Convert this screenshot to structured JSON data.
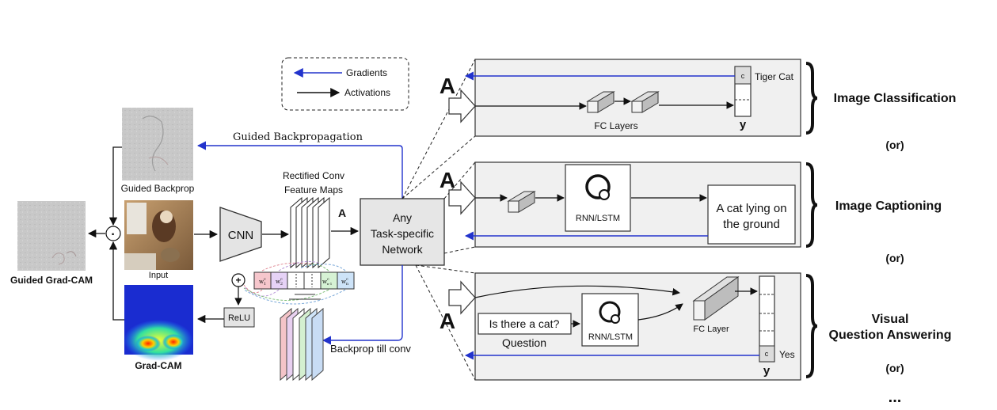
{
  "legend": {
    "gradients_label": "Gradients",
    "activations_label": "Activations"
  },
  "colors": {
    "gradient_arrow": "#2233cc",
    "activation_arrow": "#111111",
    "panel_fill": "#f0f0f0",
    "heatmap": "jet"
  },
  "left": {
    "guided_backprop_label": "Guided Backprop",
    "input_label": "Input",
    "guided_gradcam_label": "Guided Grad-CAM",
    "gradcam_label": "Grad-CAM",
    "relu_label": "ReLU",
    "plus_symbol": "+",
    "dot_symbol": "·"
  },
  "center": {
    "cnn_label": "CNN",
    "feature_maps_label_1": "Rectified Conv",
    "feature_maps_label_2": "Feature Maps",
    "a_label": "A",
    "network_label_1": "Any",
    "network_label_2": "Task-specific",
    "network_label_3": "Network",
    "guided_backprop_arrow_label": "Guided Backpropagation",
    "backprop_till_conv_label": "Backprop till conv",
    "weights": {
      "w1": "w",
      "w2": "w",
      "wn1": "w",
      "wn": "w",
      "sup": "c",
      "sub1": "1",
      "sub2": "2",
      "subn1": "n-1",
      "subn": "n"
    }
  },
  "tasks": {
    "classification": {
      "a_label": "A",
      "fc_label": "FC Layers",
      "c_label": "c",
      "y_label": "y",
      "output_label": "Tiger Cat",
      "task_label": "Image Classification"
    },
    "captioning": {
      "a_label": "A",
      "rnn_label": "RNN/LSTM",
      "caption_line_1": "A cat lying on",
      "caption_line_2": "the ground",
      "task_label": "Image Captioning"
    },
    "vqa": {
      "a_label": "A",
      "question_text": "Is there a cat?",
      "question_label": "Question",
      "rnn_label": "RNN/LSTM",
      "fc_label": "FC Layer",
      "c_label": "c",
      "y_label": "y",
      "answer_label": "Yes",
      "task_label_1": "Visual",
      "task_label_2": "Question Answering"
    },
    "or_label": "(or)",
    "ellipsis": "..."
  }
}
